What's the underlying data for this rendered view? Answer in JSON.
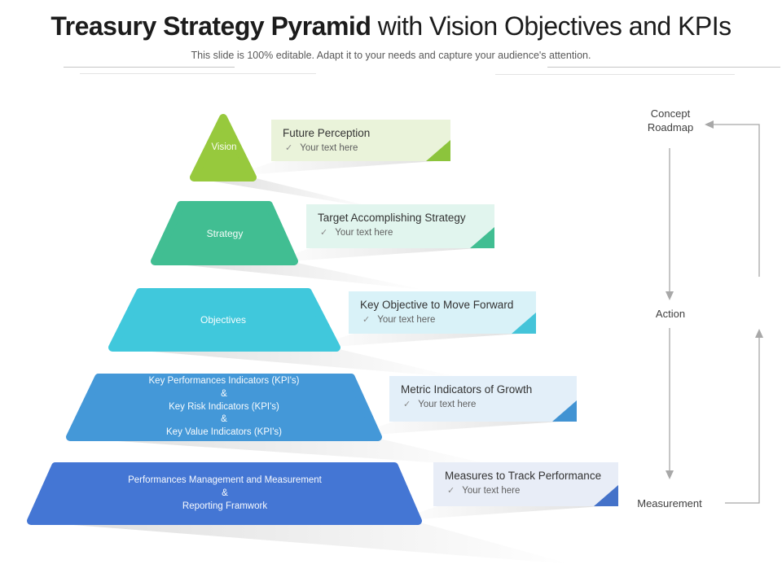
{
  "header": {
    "title_bold": "Treasury Strategy Pyramid",
    "title_rest": " with Vision Objectives and KPIs",
    "subtitle": "This slide is 100% editable. Adapt it to your needs and capture your audience's attention."
  },
  "icons": {
    "check": "✓"
  },
  "pyramid": {
    "levels": [
      {
        "id": "vision",
        "label_lines": [
          "Vision"
        ],
        "color": "#97C93D",
        "callout": {
          "title": "Future Perception",
          "item": "Your text here",
          "bg": "#EAF3DA",
          "fold": "#8CC43C"
        }
      },
      {
        "id": "strategy",
        "label_lines": [
          "Strategy"
        ],
        "color": "#41BE92",
        "callout": {
          "title": "Target Accomplishing Strategy",
          "item": "Your text here",
          "bg": "#E1F5EE",
          "fold": "#41BE92"
        }
      },
      {
        "id": "objectives",
        "label_lines": [
          "Objectives"
        ],
        "color": "#40C8DC",
        "callout": {
          "title": "Key Objective to Move Forward",
          "item": "Your text here",
          "bg": "#D9F2F8",
          "fold": "#44C4D9"
        }
      },
      {
        "id": "kpi",
        "label_lines": [
          "Key Performances Indicators (KPI's)",
          "&",
          "Key Risk Indicators (KPI's)",
          "&",
          "Key Value Indicators (KPI's)"
        ],
        "color": "#4498D8",
        "callout": {
          "title": "Metric Indicators of Growth",
          "item": "Your text here",
          "bg": "#E3EFF9",
          "fold": "#4193D3"
        }
      },
      {
        "id": "foundation",
        "label_lines": [
          "Performances Management and Measurement",
          "&",
          "Reporting Framwork"
        ],
        "color": "#4476D4",
        "callout": {
          "title": "Measures to Track Performance",
          "item": "Your text here",
          "bg": "#E8EDF7",
          "fold": "#4472C9"
        }
      }
    ]
  },
  "roadmap": {
    "top": "Concept Roadmap",
    "middle": "Action",
    "bottom": "Measurement",
    "arrow_color": "#a8a8a8"
  }
}
